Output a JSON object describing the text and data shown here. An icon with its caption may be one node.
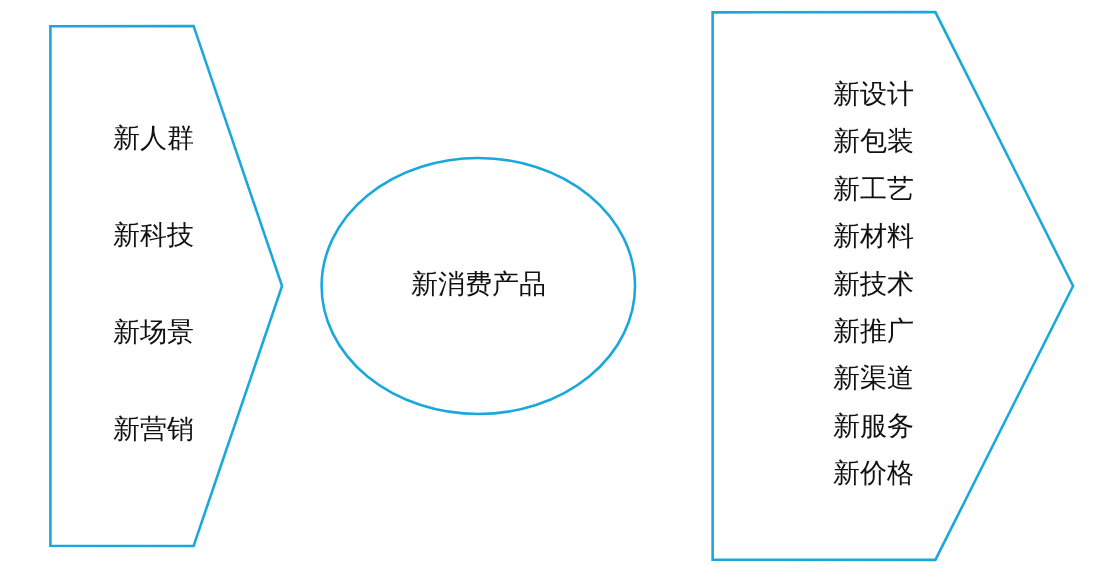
{
  "diagram": {
    "nodes": [
      {
        "text": [
          "新人群",
          "新科技",
          "新场景",
          "新营销"
        ]
      },
      {
        "text": [
          "新消费产品"
        ]
      },
      {
        "text": [
          "新设计",
          "新包装",
          "新工艺",
          "新材料",
          "新技术",
          "新推广",
          "新渠道",
          "新服务",
          "新价格"
        ]
      }
    ]
  }
}
